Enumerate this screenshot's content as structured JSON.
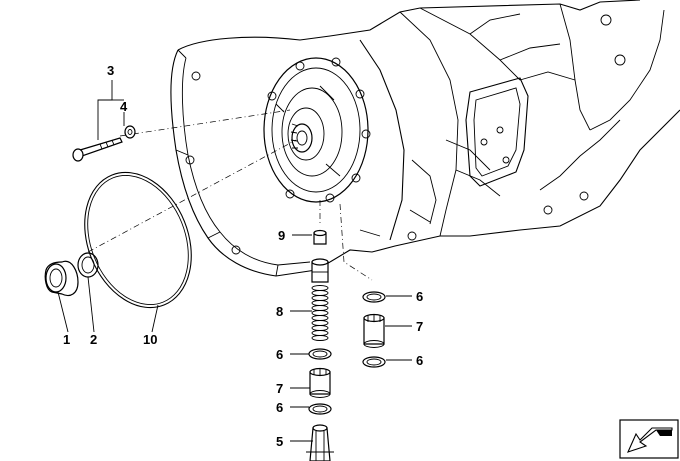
{
  "diagram": {
    "callouts": {
      "c1": "1",
      "c2": "2",
      "c3": "3",
      "c4": "4",
      "c5": "5",
      "c6a": "6",
      "c6b": "6",
      "c6c": "6",
      "c6d": "6",
      "c7a": "7",
      "c7b": "7",
      "c8": "8",
      "c9": "9",
      "c10": "10"
    },
    "icons": {
      "view_direction": "arrow-down-left-icon"
    },
    "colors": {
      "line": "#000000",
      "background": "#ffffff"
    }
  }
}
